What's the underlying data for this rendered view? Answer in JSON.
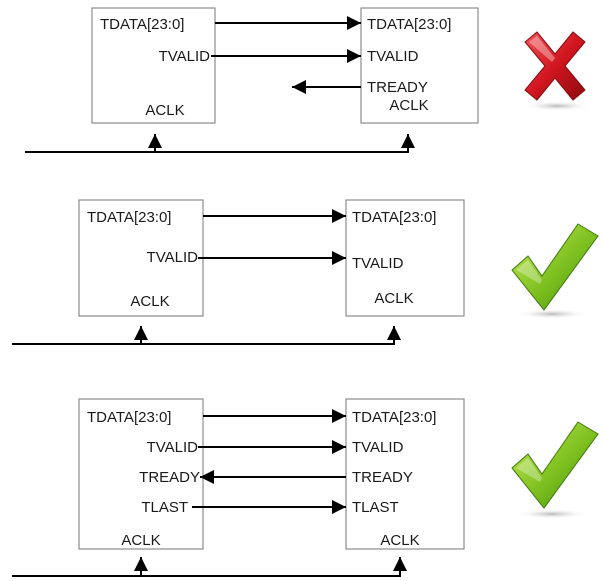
{
  "diagrams": [
    {
      "status": "incorrect",
      "status_icon": "red-x-icon",
      "master": {
        "tdata": "TDATA[23:0]",
        "tvalid": "TVALID",
        "aclk": "ACLK"
      },
      "slave": {
        "tdata": "TDATA[23:0]",
        "tvalid": "TVALID",
        "tready": "TREADY",
        "aclk": "ACLK"
      }
    },
    {
      "status": "correct",
      "status_icon": "green-check-icon",
      "master": {
        "tdata": "TDATA[23:0]",
        "tvalid": "TVALID",
        "aclk": "ACLK"
      },
      "slave": {
        "tdata": "TDATA[23:0]",
        "tvalid": "TVALID",
        "aclk": "ACLK"
      }
    },
    {
      "status": "correct",
      "status_icon": "green-check-icon",
      "master": {
        "tdata": "TDATA[23:0]",
        "tvalid": "TVALID",
        "tready": "TREADY",
        "tlast": "TLAST",
        "aclk": "ACLK"
      },
      "slave": {
        "tdata": "TDATA[23:0]",
        "tvalid": "TVALID",
        "tready": "TREADY",
        "tlast": "TLAST",
        "aclk": "ACLK"
      }
    }
  ],
  "colors": {
    "wire": "#000000",
    "box_border": "#8c8c8c",
    "x_red": "#c8141e",
    "check_green": "#7cbf1f"
  }
}
